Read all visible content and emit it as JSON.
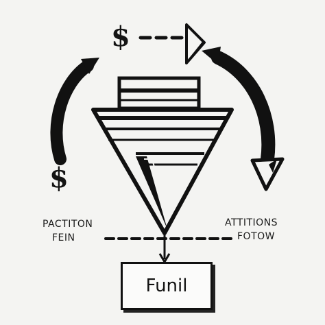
{
  "labels": {
    "dollar_top": "$",
    "dollar_left": "$",
    "left_line1": "PACTITON",
    "left_line2": "FEIN",
    "right_line1": "ATTITIONS",
    "right_line2": "FOTOW",
    "funnel_box": "Funil"
  },
  "colors": {
    "ink": "#111111",
    "background": "#f4f4f2"
  },
  "icons": [
    "dollar-sign",
    "arrow-head",
    "curved-arrow",
    "funnel"
  ]
}
